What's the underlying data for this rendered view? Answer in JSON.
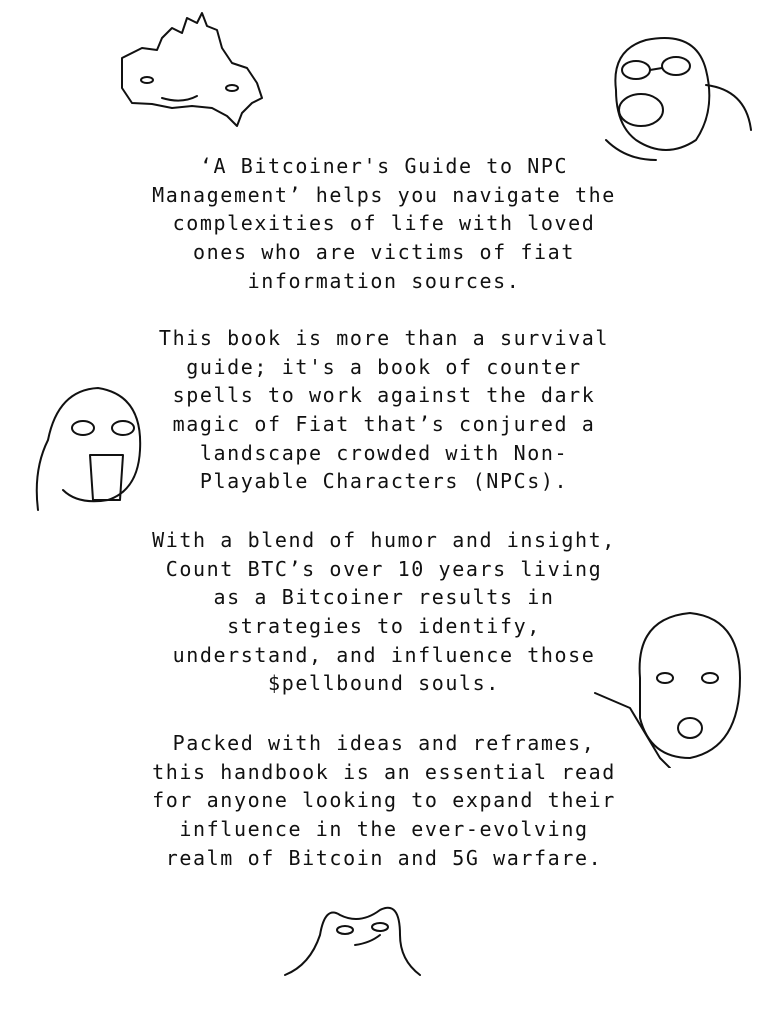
{
  "paragraphs": [
    {
      "lines": [
        "‘A Bitcoiner's Guide to NPC",
        "Management’ helps you navigate the",
        "complexities of life with loved",
        "ones who are victims of fiat",
        "information sources."
      ]
    },
    {
      "lines": [
        "This book is more than a survival",
        "guide; it's a book of counter",
        "spells to work against the dark",
        "magic of Fiat that’s conjured a",
        "landscape crowded with Non-",
        "Playable Characters (NPCs)."
      ]
    },
    {
      "lines": [
        "With a blend of humor and insight,",
        "Count BTC’s over 10 years living",
        "as a Bitcoiner results in",
        "strategies to identify,",
        "understand, and influence those",
        "$pellbound souls."
      ]
    },
    {
      "lines": [
        "Packed with ideas and reframes,",
        "this handbook is an essential read",
        "for anyone looking to expand their",
        "influence in the ever-evolving",
        "realm of Bitcoin and 5G warfare."
      ]
    }
  ]
}
